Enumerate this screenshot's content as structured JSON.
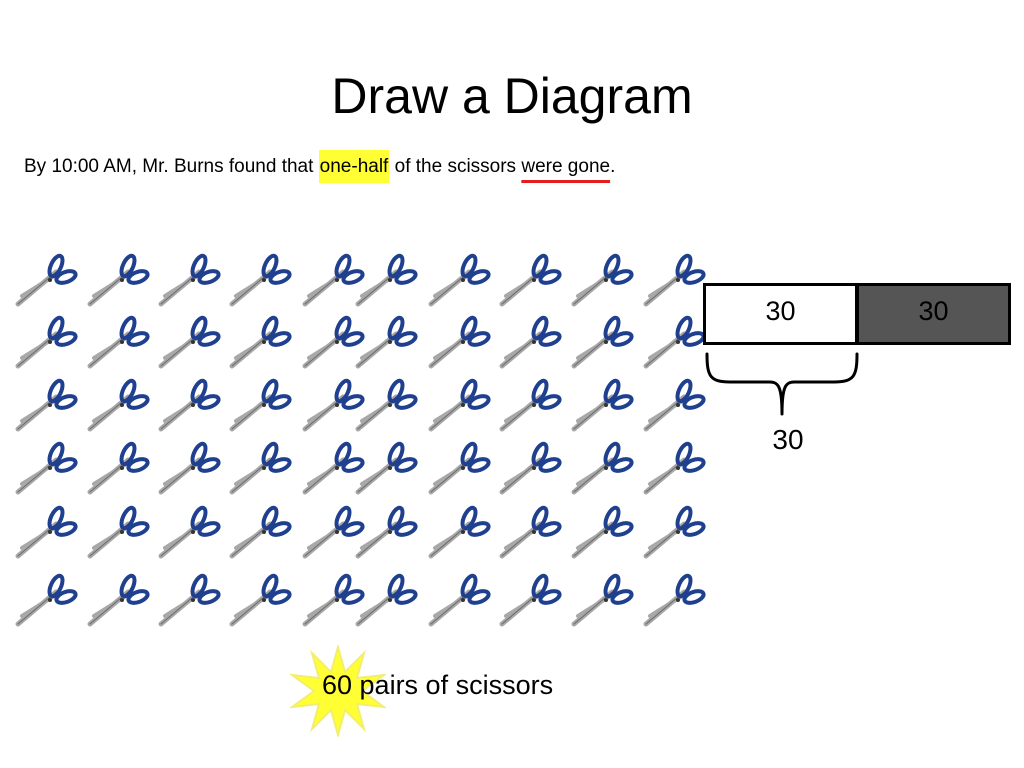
{
  "title": "Draw a Diagram",
  "problem": {
    "before": "By 10:00 AM, Mr. Burns found that ",
    "highlight": "one-half",
    "middle": " of the scissors ",
    "underlined": "were gone",
    "after": "."
  },
  "colors": {
    "highlight": "#ffff33",
    "underline": "#e41e1e",
    "scissor_handle": "#1f3f8f",
    "scissor_blade": "#a8a8a8",
    "tape_dark": "#555555",
    "starburst": "#ffff33"
  },
  "scissors": {
    "icon": "scissors-icon",
    "count": 60
  },
  "tape_diagram": {
    "segments": [
      {
        "label": "30",
        "shaded": false
      },
      {
        "label": "30",
        "shaded": true
      }
    ],
    "brace_label": "30"
  },
  "total_label": "60 pairs of scissors"
}
